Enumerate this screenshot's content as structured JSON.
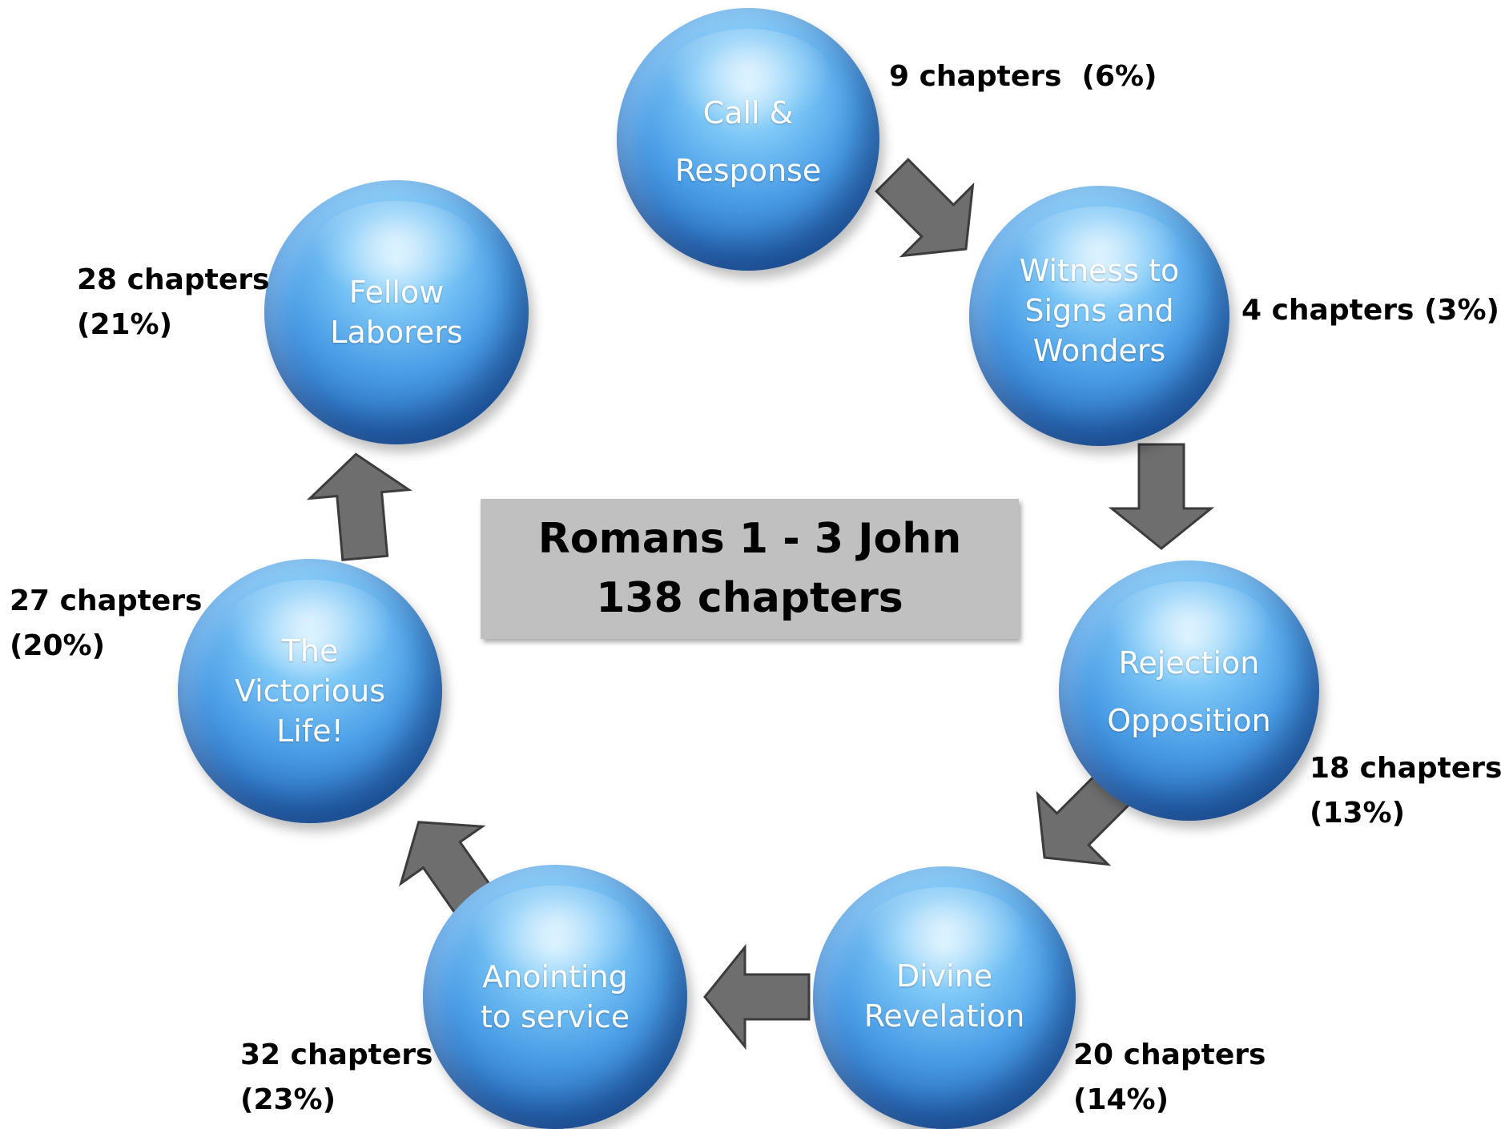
{
  "center": {
    "line1": "Romans 1 - 3 John",
    "line2": "138 chapters"
  },
  "stages": [
    {
      "lines": [
        "Call &",
        "Response"
      ],
      "stat": [
        "9 chapters  (6%)"
      ]
    },
    {
      "lines": [
        "Witness to",
        "Signs and",
        "Wonders"
      ],
      "stat": [
        "4 chapters (3%)"
      ]
    },
    {
      "lines": [
        "Rejection",
        "Opposition"
      ],
      "stat": [
        "18 chapters",
        "(13%)"
      ]
    },
    {
      "lines": [
        "Divine",
        "Revelation"
      ],
      "stat": [
        "20 chapters",
        "(14%)"
      ]
    },
    {
      "lines": [
        "Anointing",
        "to service"
      ],
      "stat": [
        "32 chapters",
        "(23%)"
      ]
    },
    {
      "lines": [
        "The",
        "Victorious",
        "Life!"
      ],
      "stat": [
        "27 chapters",
        "(20%)"
      ]
    },
    {
      "lines": [
        "Fellow",
        "Laborers"
      ],
      "stat": [
        "28 chapters",
        "(21%)"
      ]
    }
  ],
  "colors": {
    "sphere": "#4a9de6",
    "arrow": "#6e6e6e",
    "center_box": "#c0c0c0"
  }
}
